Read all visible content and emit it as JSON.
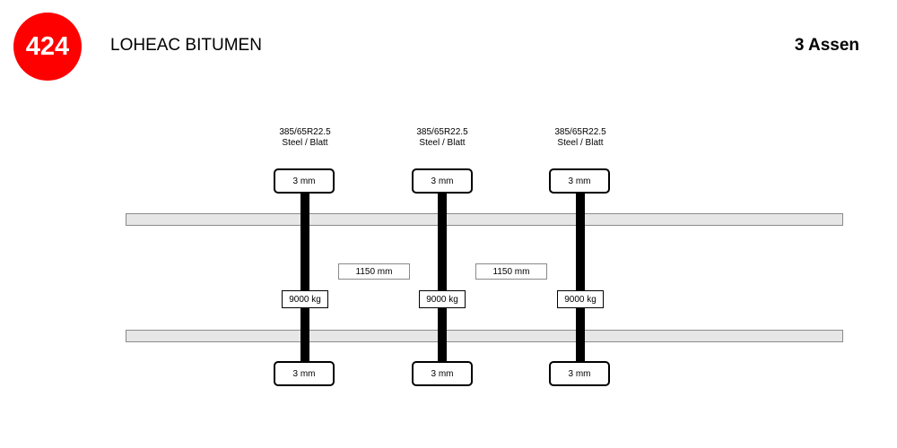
{
  "header": {
    "number": "424",
    "title": "LOHEAC BITUMEN",
    "axle_count": "3 Assen",
    "badge_color": "#ff0000"
  },
  "axles": [
    {
      "tire_size": "385/65R22.5",
      "tire_type": "Steel / Blatt",
      "tread_top": "3 mm",
      "tread_bottom": "3 mm",
      "load": "9000 kg"
    },
    {
      "tire_size": "385/65R22.5",
      "tire_type": "Steel / Blatt",
      "tread_top": "3 mm",
      "tread_bottom": "3 mm",
      "load": "9000 kg"
    },
    {
      "tire_size": "385/65R22.5",
      "tire_type": "Steel / Blatt",
      "tread_top": "3 mm",
      "tread_bottom": "3 mm",
      "load": "9000 kg"
    }
  ],
  "distances": [
    "1150 mm",
    "1150 mm"
  ]
}
